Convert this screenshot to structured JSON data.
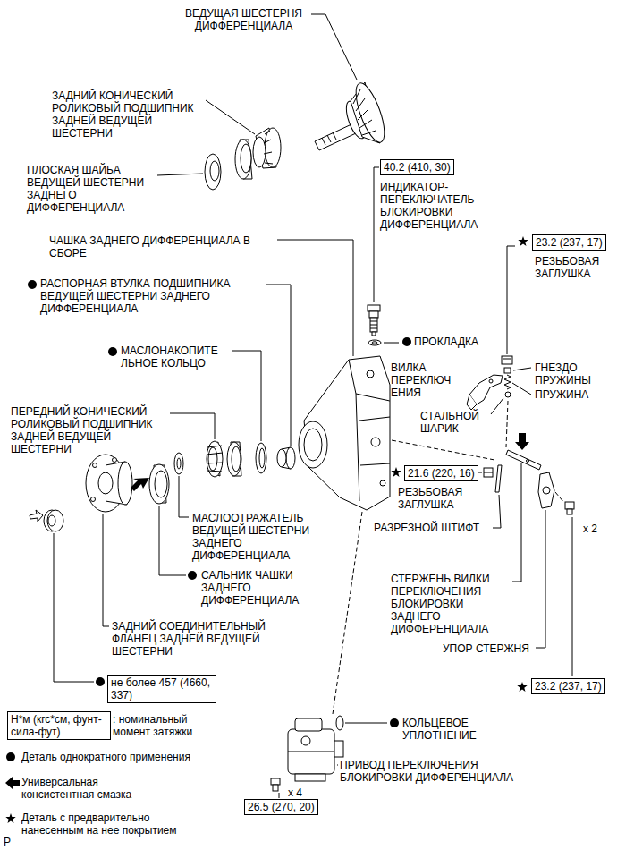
{
  "diagram": {
    "nodes": [
      {
        "text": [
          "40.2 (410, 30)"
        ]
      },
      {
        "text": [
          "23.2 (237, 17)"
        ]
      },
      {
        "text": [
          "21.6 (220, 16)"
        ]
      },
      {
        "text": [
          "не более 457 (4660, 337)"
        ]
      },
      {
        "text": [
          "23.2 (237, 17)"
        ]
      },
      {
        "text": [
          "Н*м (кгс*см, фунт-сила-фут)"
        ]
      },
      {
        "text": [
          "26.5 (270, 20)"
        ]
      }
    ],
    "labels": [
      "ВЕДУЩАЯ ШЕСТЕРНЯ ДИФФЕРЕНЦИАЛА",
      "ЗАДНИЙ КОНИЧЕСКИЙ РОЛИКОВЫЙ ПОДШИПНИК ЗАДНЕЙ ВЕДУЩЕЙ ШЕСТЕРНИ",
      "ПЛОСКАЯ ШАЙБА ВЕДУЩЕЙ ШЕСТЕРНИ ЗАДНЕГО ДИФФЕРЕНЦИАЛА",
      "ИНДИКАТОР-ПЕРЕКЛЮЧАТЕЛЬ БЛОКИРОВКИ ДИФФЕРЕНЦИАЛА",
      "РЕЗЬБОВАЯ ЗАГЛУШКА",
      "ЧАШКА ЗАДНЕГО ДИФФЕРЕНЦИАЛА В СБОРЕ",
      "РАСПОРНАЯ ВТУЛКА ПОДШИПНИКА ВЕДУЩЕЙ ШЕСТЕРНИ ЗАДНЕГО ДИФФЕРЕНЦИАЛА",
      "МАСЛОНАКОПИТЕ ЛЬНОЕ КОЛЬЦО",
      "ПРОКЛАДКА",
      "ВИЛКА ПЕРЕКЛЮЧ ЕНИЯ",
      "ГНЕЗДО ПРУЖИНЫ",
      "ПРУЖИНА",
      "СТАЛЬНОЙ ШАРИК",
      "ПЕРЕДНИЙ КОНИЧЕСКИЙ РОЛИКОВЫЙ ПОДШИПНИК ЗАДНЕЙ ВЕДУЩЕЙ ШЕСТЕРНИ",
      "РЕЗЬБОВАЯ ЗАГЛУШКА",
      "РАЗРЕЗНОЙ ШТИФТ",
      "МАСЛООТРАЖАТЕЛЬ ВЕДУЩЕЙ ШЕСТЕРНИ ЗАДНЕГО ДИФФЕРЕНЦИАЛА",
      "САЛЬНИК ЧАШКИ ЗАДНЕГО ДИФФЕРЕНЦИАЛА",
      "СТЕРЖЕНЬ ВИЛКИ ПЕРЕКЛЮЧЕНИЯ БЛОКИРОВКИ ЗАДНЕГО ДИФФЕРЕНЦИАЛА",
      "ЗАДНИЙ СОЕДИНИТЕЛЬНЫЙ ФЛАНЕЦ ЗАДНЕЙ ВЕДУЩЕЙ ШЕСТЕРНИ",
      "УПОР СТЕРЖНЯ",
      "x 2",
      "КОЛЬЦЕВОЕ УПЛОТНЕНИЕ",
      "ПРИВОД ПЕРЕКЛЮЧЕНИЯ БЛОКИРОВКИ ДИФФЕРЕНЦИАЛА",
      "x 4",
      "P"
    ],
    "legend": [
      {
        "text": ": номинальный момент затяжки"
      },
      {
        "text": "Деталь однократного применения"
      },
      {
        "text": "Универсальная консистентная смазка"
      },
      {
        "text": "Деталь с предварительно нанесенным на нее покрытием"
      }
    ]
  }
}
